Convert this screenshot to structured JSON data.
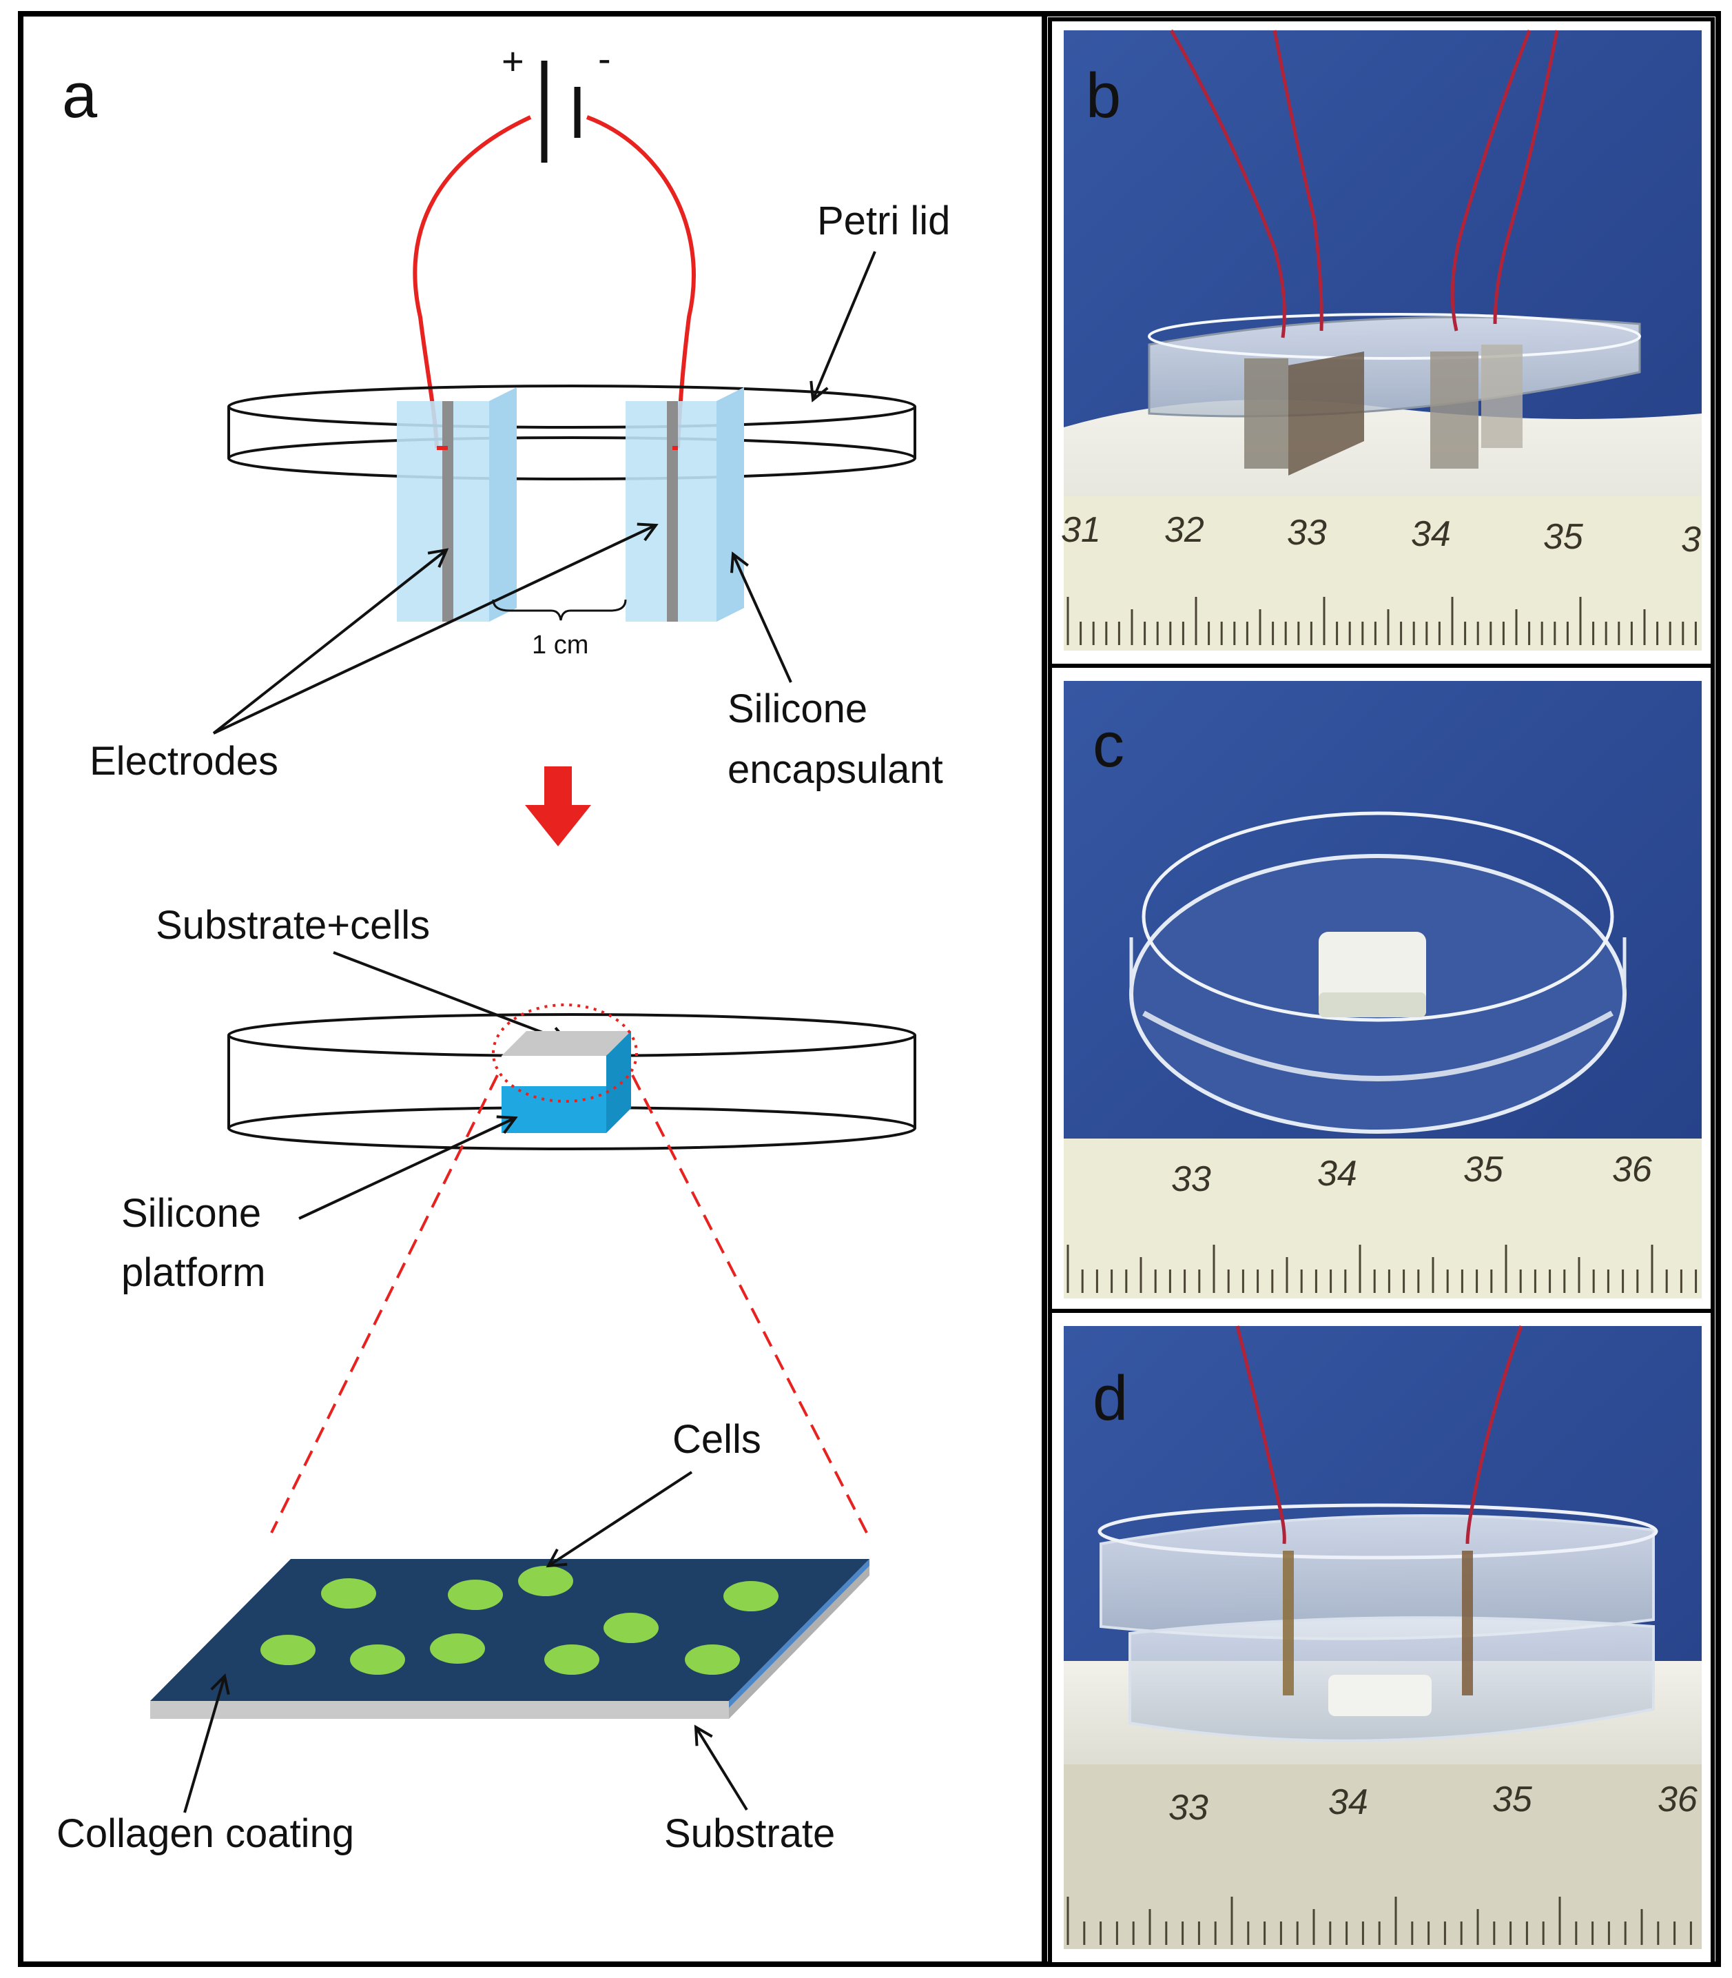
{
  "panel_a": {
    "letter": "a",
    "battery": {
      "plus": "+",
      "minus": "-"
    },
    "labels": {
      "petri_lid": "Petri lid",
      "electrodes": "Electrodes",
      "gap": "1 cm",
      "silicone_line1": "Silicone",
      "silicone_line2": "encapsulant",
      "substrate_cells": "Substrate+cells",
      "platform_line1": "Silicone",
      "platform_line2": "platform",
      "cells": "Cells",
      "collagen": "Collagen coating",
      "substrate": "Substrate"
    },
    "colors": {
      "wire": "#e8221f",
      "encapsulant": "#bfe3f5",
      "platform": "#1ea7e1",
      "collagen": "#1e3f66",
      "cell": "#8ed34c",
      "arrow": "#e8221f"
    }
  },
  "panel_b": {
    "letter": "b",
    "ruler_numbers": [
      "31",
      "32",
      "33",
      "34",
      "35",
      "3"
    ]
  },
  "panel_c": {
    "letter": "c",
    "ruler_numbers": [
      "33",
      "34",
      "35",
      "36"
    ]
  },
  "panel_d": {
    "letter": "d",
    "ruler_numbers": [
      "33",
      "34",
      "35",
      "36"
    ]
  },
  "photo_colors": {
    "background": "#2e4d98",
    "ruler": "#ecebd5",
    "bench": "#e6e6e0",
    "wire": "#b0243a"
  }
}
